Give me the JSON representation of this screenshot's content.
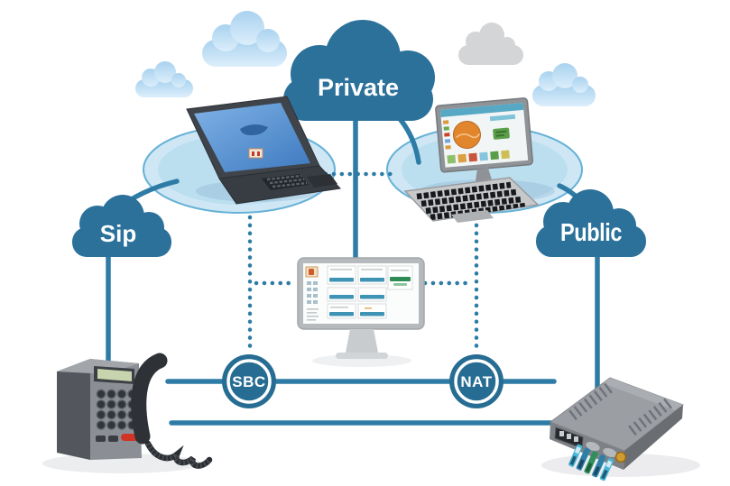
{
  "diagram": {
    "type": "network-topology-illustration",
    "description": "SIP VoIP network diagram with private and public clouds bridged by SBC and NAT nodes"
  },
  "clouds": {
    "private": {
      "label": "Private"
    },
    "sip": {
      "label": "Sip"
    },
    "public": {
      "label": "Public"
    }
  },
  "nodes": {
    "sbc": {
      "label": "SBC"
    },
    "nat": {
      "label": "NAT"
    }
  },
  "devices": {
    "laptop": "laptop-endpoint",
    "desktop": "desktop-endpoint",
    "console": "management-console-monitor",
    "phone": "sip-desk-phone",
    "appliance": "network-gateway-appliance"
  },
  "connections": [
    {
      "from": "sip-cloud",
      "to": "laptop-endpoint",
      "style": "solid"
    },
    {
      "from": "private-cloud",
      "to": "management-console-monitor",
      "style": "solid"
    },
    {
      "from": "private-cloud",
      "to": "desktop-endpoint",
      "style": "solid"
    },
    {
      "from": "public-cloud",
      "to": "desktop-endpoint",
      "style": "solid"
    },
    {
      "from": "sip-cloud",
      "to": "sip-desk-phone",
      "style": "solid"
    },
    {
      "from": "public-cloud",
      "to": "network-gateway-appliance",
      "style": "solid"
    },
    {
      "from": "sip-desk-phone",
      "to": "network-gateway-appliance",
      "style": "solid",
      "via": [
        "sbc",
        "nat"
      ]
    },
    {
      "from": "sip-desk-phone",
      "to": "network-gateway-appliance",
      "style": "solid"
    },
    {
      "from": "laptop-endpoint",
      "to": "desktop-endpoint",
      "style": "dotted"
    },
    {
      "from": "laptop-endpoint",
      "to": "sbc",
      "style": "dotted"
    },
    {
      "from": "desktop-endpoint",
      "to": "nat",
      "style": "dotted"
    },
    {
      "from": "management-console-monitor",
      "to": "laptop-endpoint",
      "style": "dotted"
    },
    {
      "from": "management-console-monitor",
      "to": "desktop-endpoint",
      "style": "dotted"
    }
  ],
  "colors": {
    "cloud_fill": "#2b719a",
    "line": "#2e7ca6",
    "node_fill": "#276d93",
    "platform_fill": "#cfe7f5",
    "platform_ring": "#66b2d6",
    "sky_cloud_gray": "#d3d5d7",
    "sky_cloud_blue": "#b8dcf3",
    "label_text": "#ffffff"
  }
}
